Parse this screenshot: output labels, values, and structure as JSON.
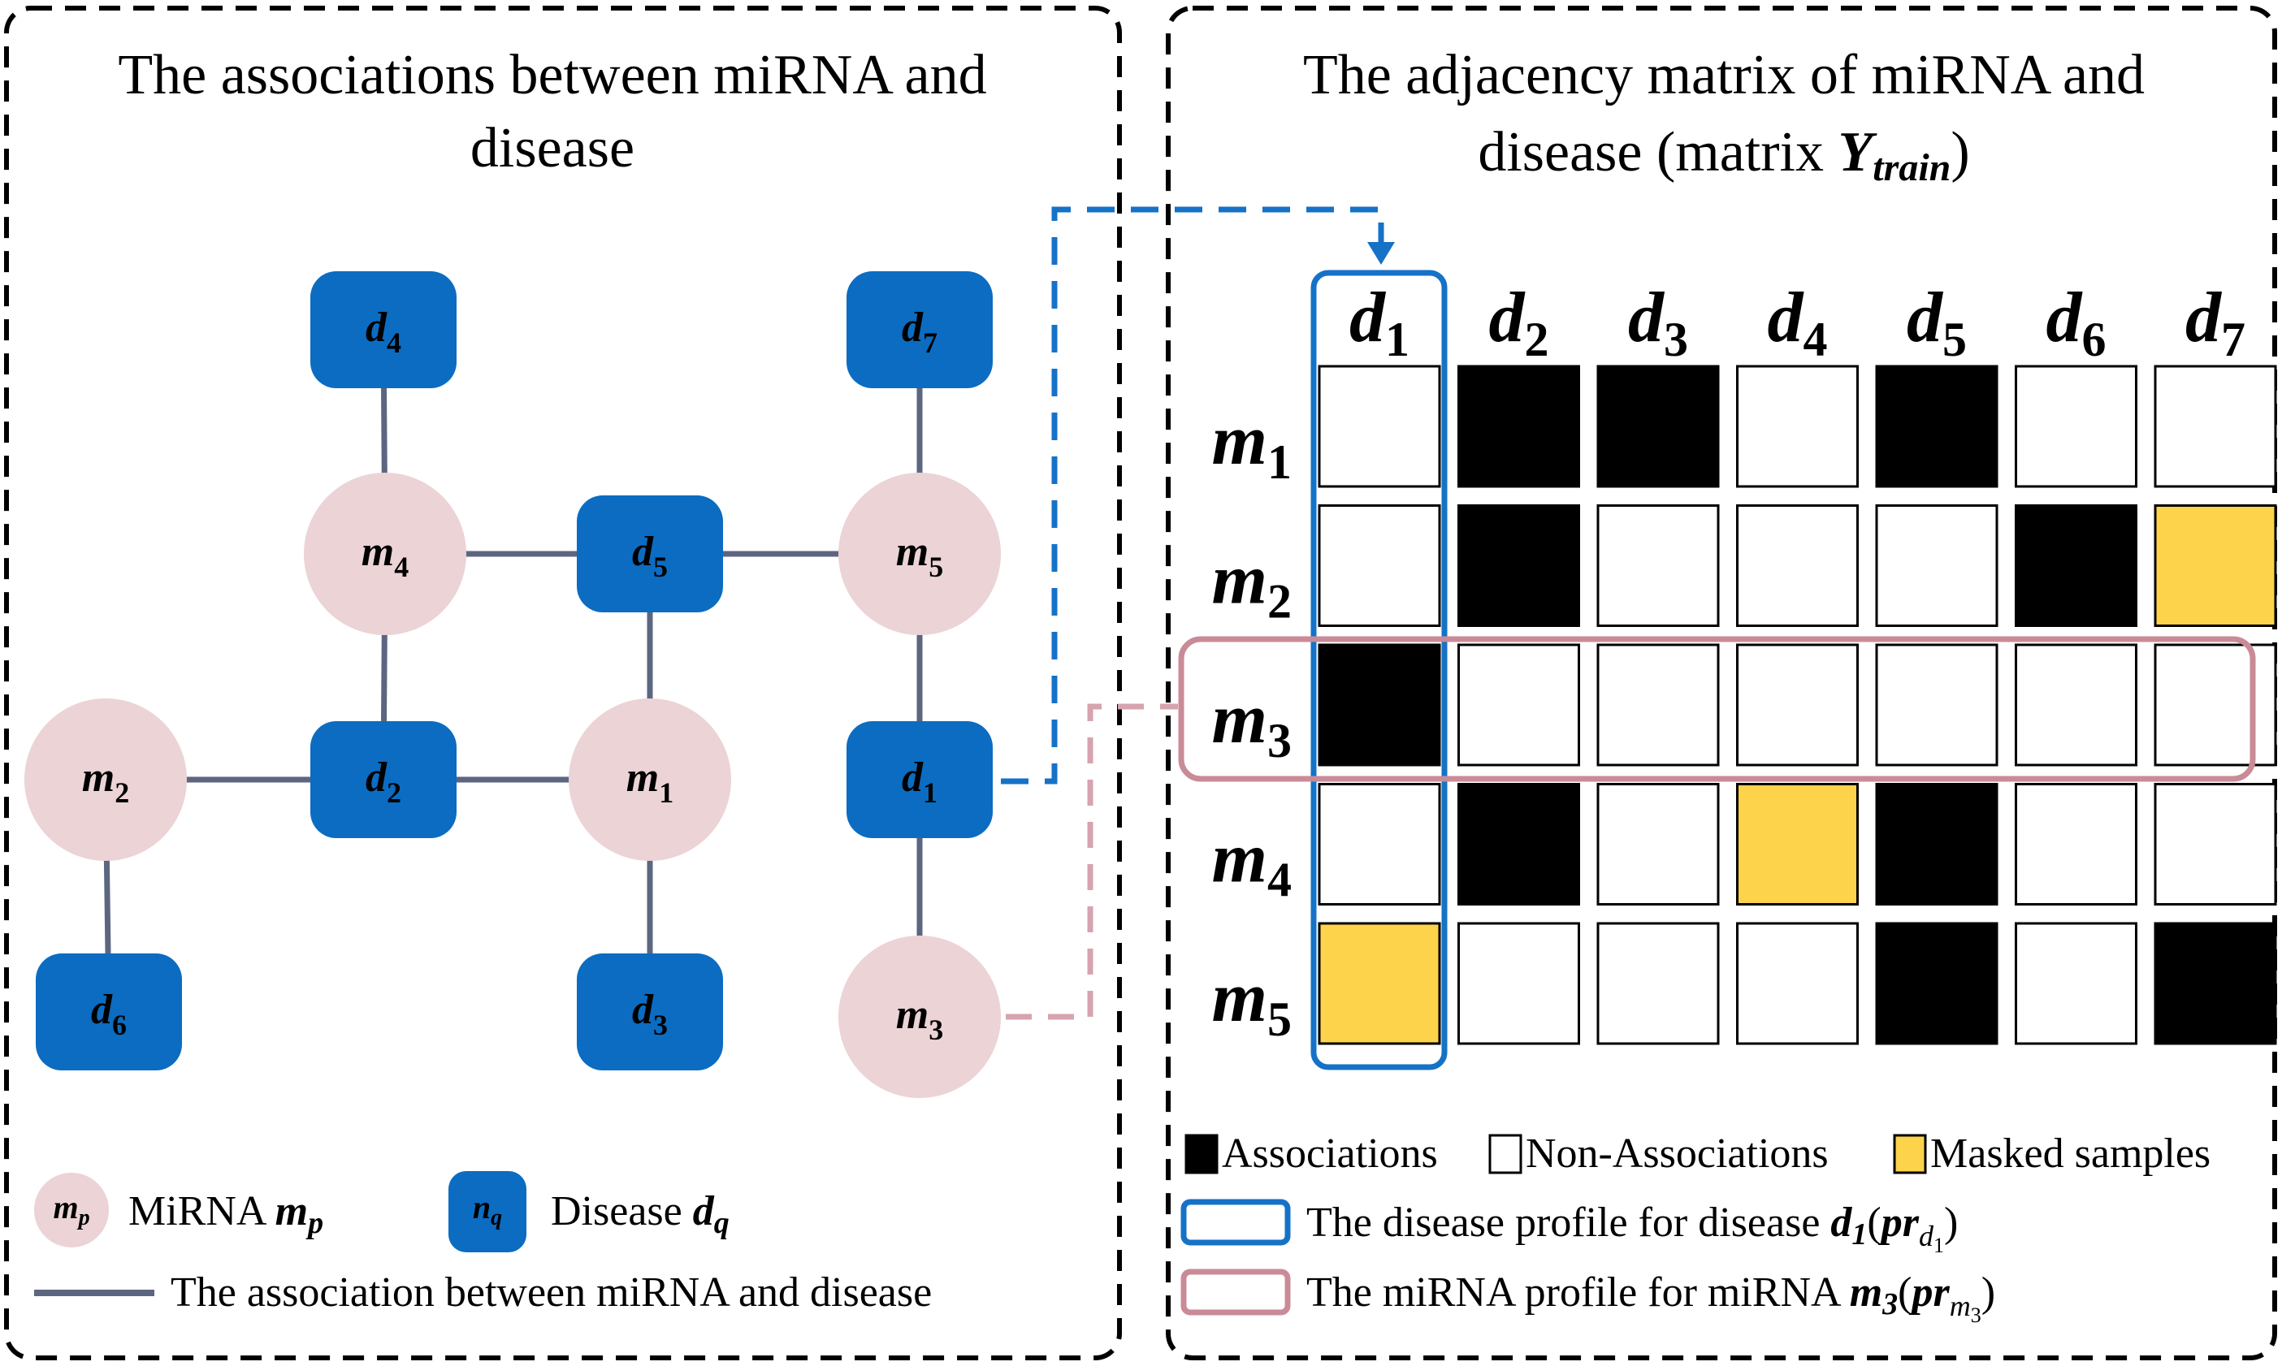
{
  "left_panel": {
    "title_line1": "The associations between miRNA and",
    "title_line2": "disease",
    "mirna_nodes": [
      {
        "id": "m1",
        "base": "m",
        "sub": "1"
      },
      {
        "id": "m2",
        "base": "m",
        "sub": "2"
      },
      {
        "id": "m3",
        "base": "m",
        "sub": "3"
      },
      {
        "id": "m4",
        "base": "m",
        "sub": "4"
      },
      {
        "id": "m5",
        "base": "m",
        "sub": "5"
      }
    ],
    "disease_nodes": [
      {
        "id": "d1",
        "base": "d",
        "sub": "1"
      },
      {
        "id": "d2",
        "base": "d",
        "sub": "2"
      },
      {
        "id": "d3",
        "base": "d",
        "sub": "3"
      },
      {
        "id": "d4",
        "base": "d",
        "sub": "4"
      },
      {
        "id": "d5",
        "base": "d",
        "sub": "5"
      },
      {
        "id": "d6",
        "base": "d",
        "sub": "6"
      },
      {
        "id": "d7",
        "base": "d",
        "sub": "7"
      }
    ],
    "edges": [
      [
        "d4",
        "m4"
      ],
      [
        "m4",
        "d5"
      ],
      [
        "d5",
        "m5"
      ],
      [
        "d7",
        "m5"
      ],
      [
        "m4",
        "d2"
      ],
      [
        "d5",
        "m1"
      ],
      [
        "m5",
        "d1"
      ],
      [
        "m2",
        "d2"
      ],
      [
        "d2",
        "m1"
      ],
      [
        "m1",
        "d3"
      ],
      [
        "d1",
        "m3"
      ],
      [
        "m2",
        "d6"
      ]
    ],
    "legend": {
      "mirna_icon_base": "m",
      "mirna_icon_sub": "p",
      "mirna_text": "MiRNA ",
      "mirna_sym_base": "m",
      "mirna_sym_sub": "p",
      "disease_icon_base": "n",
      "disease_icon_sub": "q",
      "disease_text": "Disease ",
      "disease_sym_base": "d",
      "disease_sym_sub": "q",
      "edge_text": "The association between miRNA and disease"
    }
  },
  "right_panel": {
    "title_line1": "The adjacency matrix of miRNA and",
    "title_line2_prefix": "disease (matrix ",
    "title_line2_sym": "Y",
    "title_line2_sub": "train",
    "title_line2_suffix": ")",
    "legend": {
      "associations": "Associations",
      "non_associations": "Non-Associations",
      "masked": "Masked samples",
      "disease_profile_prefix": "The disease profile for disease ",
      "disease_profile_sym": "d",
      "disease_profile_sub": "1",
      "disease_profile_pr": "pr",
      "disease_profile_pr_sub": "d",
      "disease_profile_pr_subsub": "1",
      "mirna_profile_prefix": "The miRNA profile for miRNA ",
      "mirna_profile_sym": "m",
      "mirna_profile_sub": "3",
      "mirna_profile_pr": "pr",
      "mirna_profile_pr_sub": "m",
      "mirna_profile_pr_subsub": "3"
    }
  },
  "matrix": {
    "columns": [
      {
        "base": "d",
        "sub": "1"
      },
      {
        "base": "d",
        "sub": "2"
      },
      {
        "base": "d",
        "sub": "3"
      },
      {
        "base": "d",
        "sub": "4"
      },
      {
        "base": "d",
        "sub": "5"
      },
      {
        "base": "d",
        "sub": "6"
      },
      {
        "base": "d",
        "sub": "7"
      }
    ],
    "rows": [
      {
        "base": "m",
        "sub": "1",
        "cells": [
          0,
          1,
          1,
          0,
          1,
          0,
          0
        ]
      },
      {
        "base": "m",
        "sub": "2",
        "cells": [
          0,
          1,
          0,
          0,
          0,
          1,
          2
        ]
      },
      {
        "base": "m",
        "sub": "3",
        "cells": [
          1,
          0,
          0,
          0,
          0,
          0,
          0
        ]
      },
      {
        "base": "m",
        "sub": "4",
        "cells": [
          0,
          1,
          0,
          2,
          1,
          0,
          0
        ]
      },
      {
        "base": "m",
        "sub": "5",
        "cells": [
          2,
          0,
          0,
          0,
          1,
          0,
          1
        ]
      }
    ],
    "cell_legend": {
      "0": "Non-Associations",
      "1": "Associations",
      "2": "Masked samples"
    },
    "highlight_column": "d1",
    "highlight_row": "m3"
  },
  "colors": {
    "disease": "#0b6cc2",
    "mirna": "#ebd3d6",
    "edge": "#5c6680",
    "association": "#000000",
    "non_association": "#ffffff",
    "masked": "#fdd34b",
    "column_highlight": "#1572c7",
    "row_highlight": "#c98b97",
    "dashed_blue": "#1572c7",
    "dashed_pink": "#d7a3ae"
  }
}
